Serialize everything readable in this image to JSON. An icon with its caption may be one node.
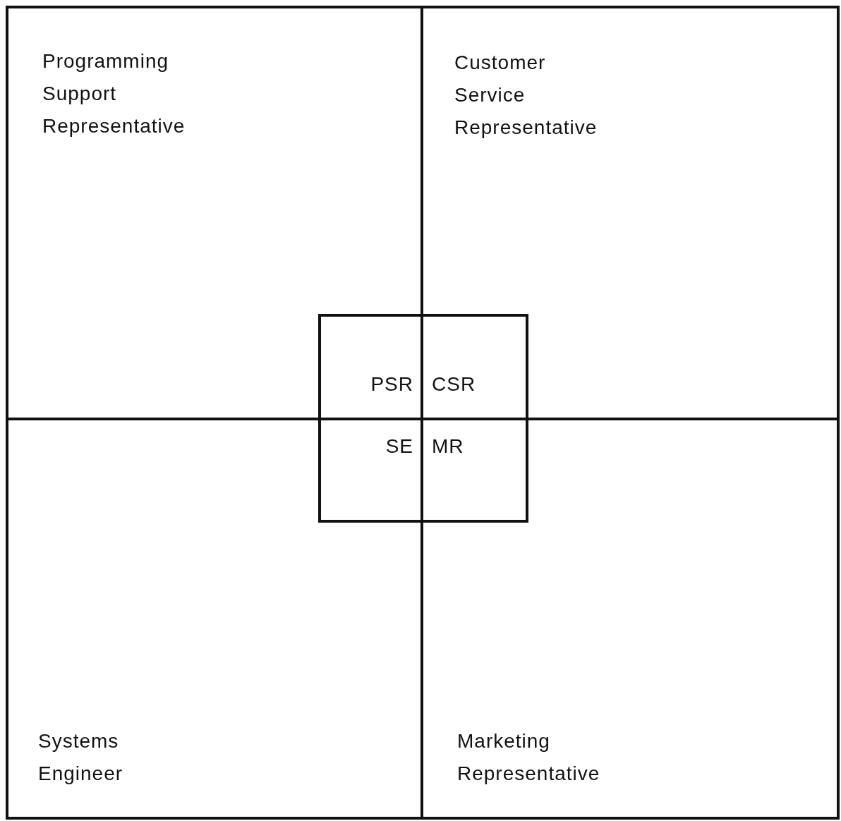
{
  "diagram": {
    "nodes": [
      {
        "text": [
          "Programming Support Representative"
        ]
      },
      {
        "text": [
          "Customer Service Representative"
        ]
      },
      {
        "text": [
          "Systems Engineer"
        ]
      },
      {
        "text": [
          "Marketing Representative"
        ]
      },
      {
        "text": [],
        "shape": "box"
      },
      {
        "text": [
          "PSR"
        ]
      },
      {
        "text": [
          "CSR"
        ]
      },
      {
        "text": [
          "SE"
        ]
      },
      {
        "text": [
          "MR"
        ]
      }
    ],
    "edges": []
  }
}
